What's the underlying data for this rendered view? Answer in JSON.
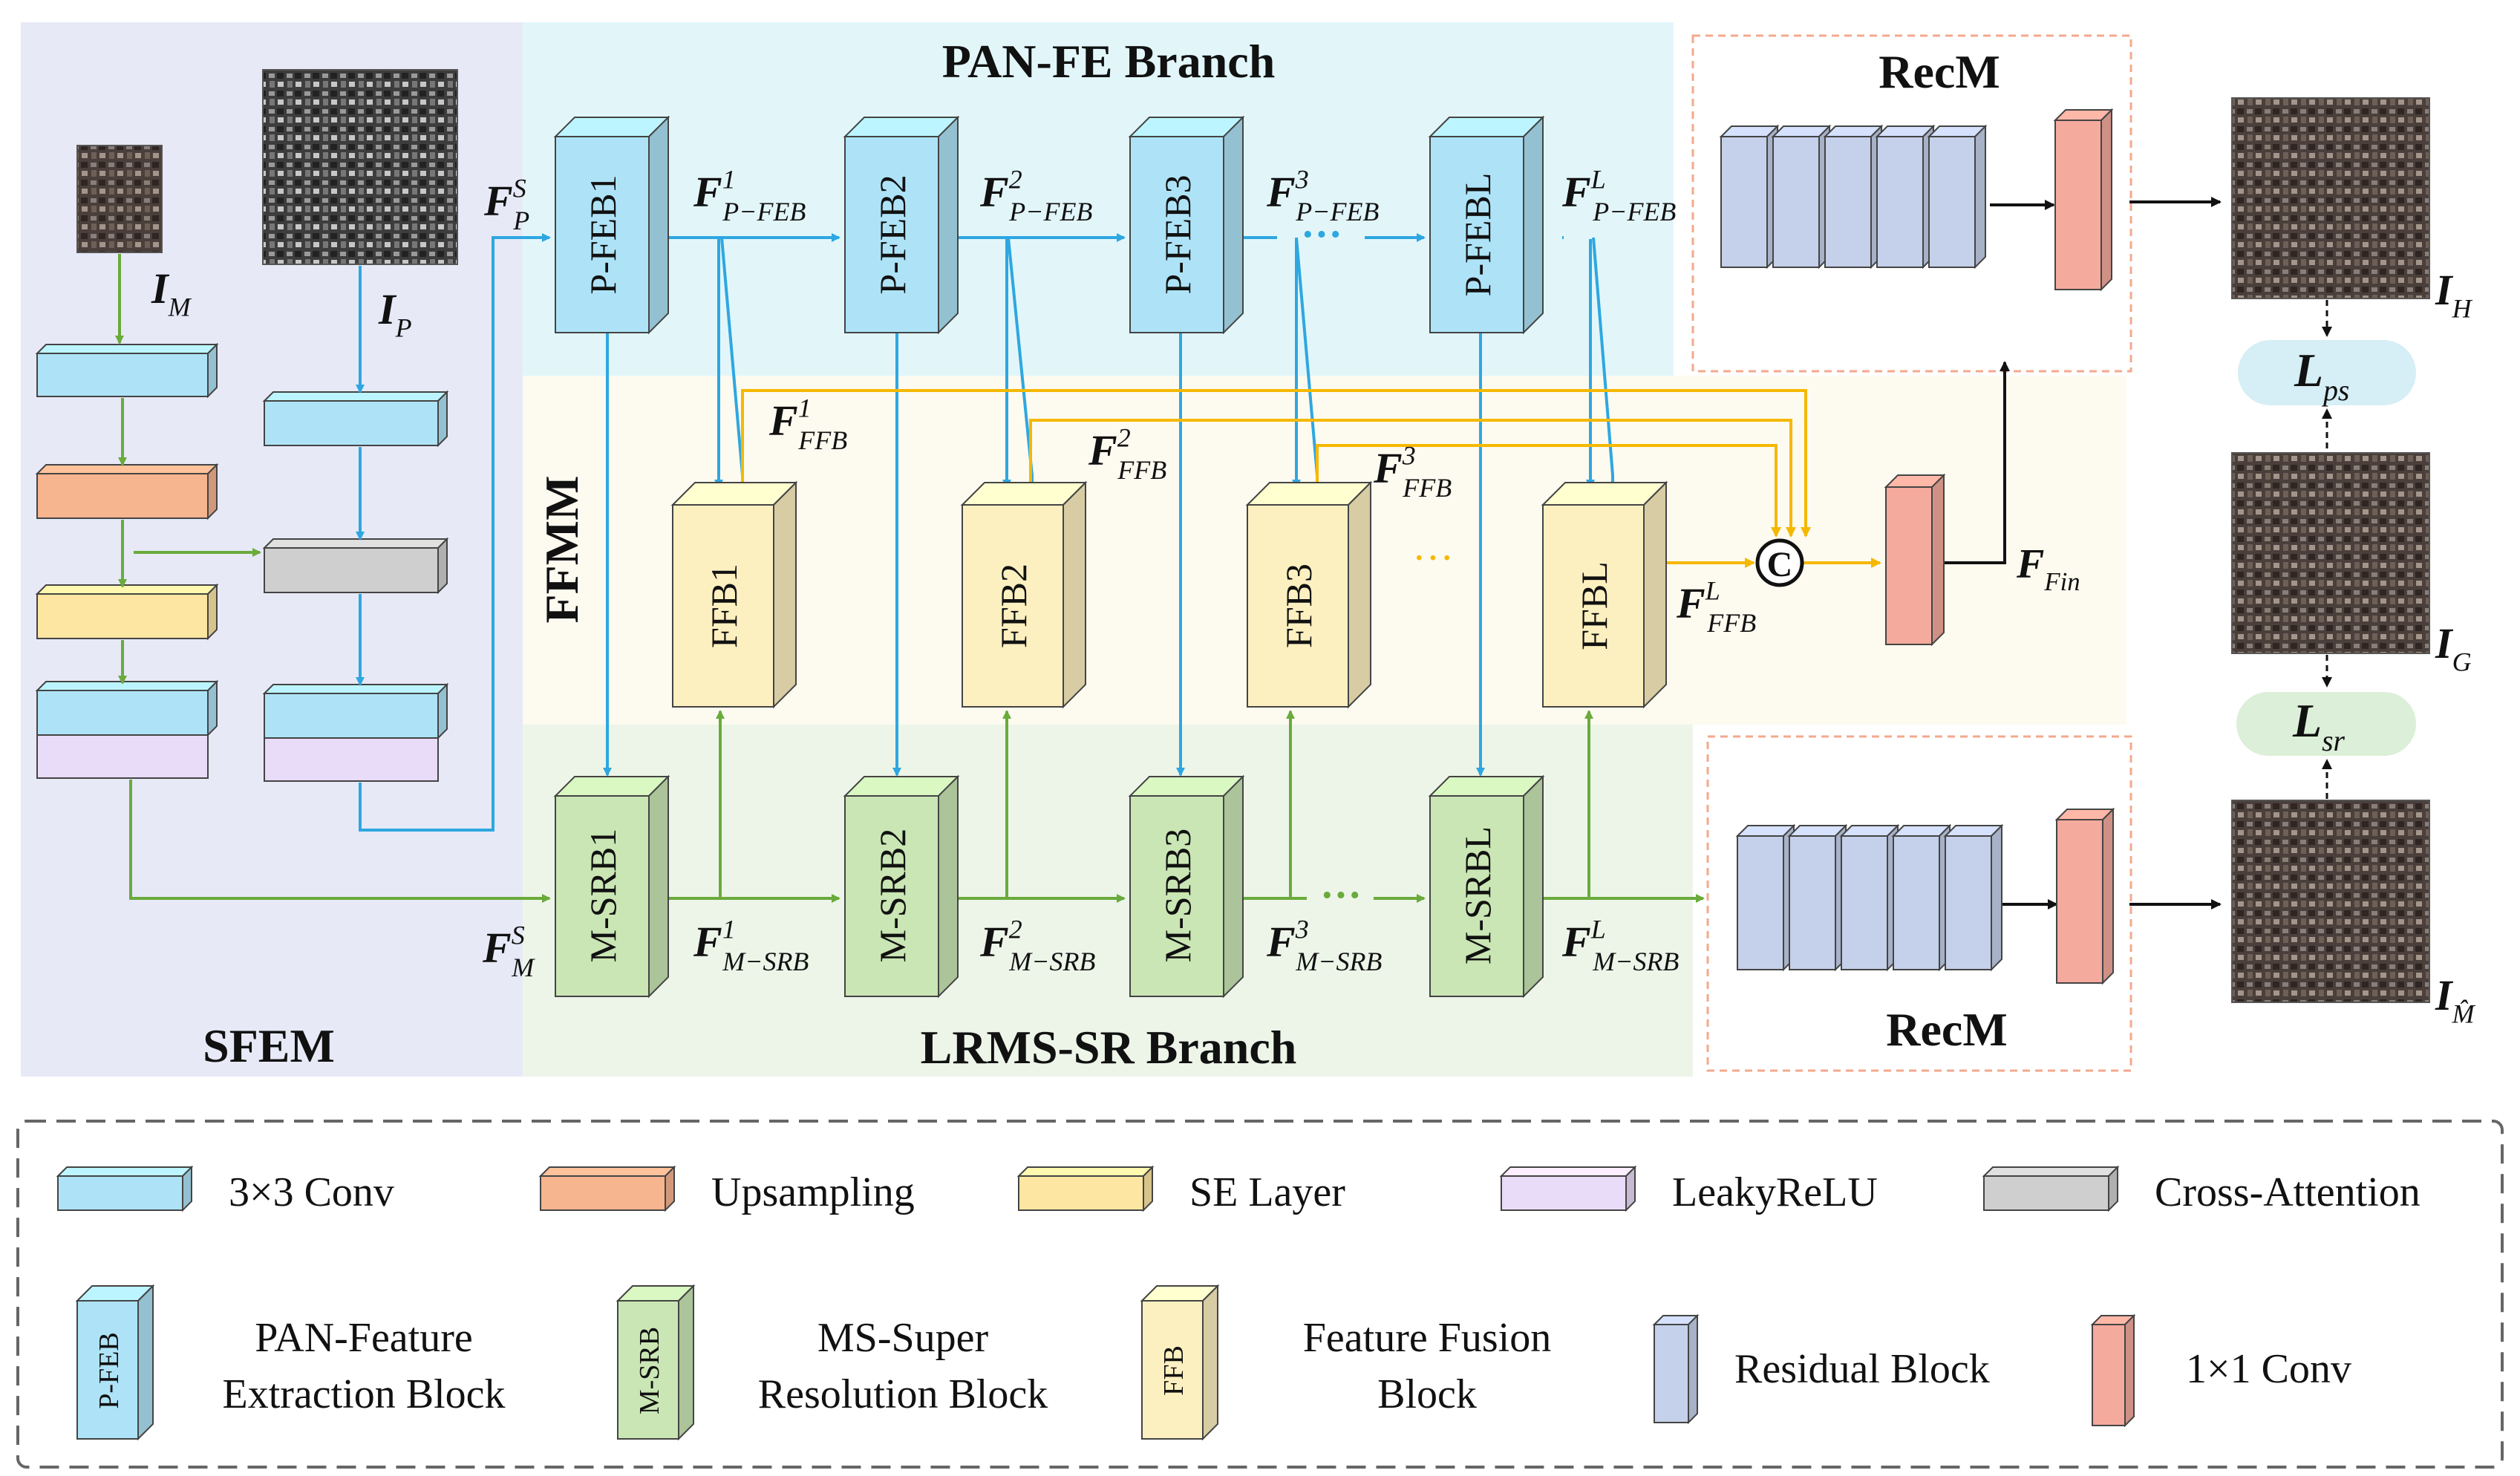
{
  "sections": {
    "pan_branch": "PAN-FE Branch",
    "ms_branch": "LRMS-SR Branch",
    "sfem": "SFEM",
    "ffmm": "FFMM",
    "recm_top": "RecM",
    "recm_bottom": "RecM"
  },
  "blocks": {
    "pfeb": [
      "P-FEB1",
      "P-FEB2",
      "P-FEB3",
      "P-FEBL"
    ],
    "msrb": [
      "M-SRB1",
      "M-SRB2",
      "M-SRB3",
      "M-SRBL"
    ],
    "ffb": [
      "FFB1",
      "FFB2",
      "FFB3",
      "FFBL"
    ]
  },
  "labels": {
    "im": {
      "main": "I",
      "sub": "M"
    },
    "ip": {
      "main": "I",
      "sub": "P"
    },
    "fps": {
      "main": "F",
      "sub": "P",
      "sup": "S"
    },
    "fms": {
      "main": "F",
      "sub": "M",
      "sup": "S"
    },
    "fpfeb": [
      {
        "main": "F",
        "sub": "P−FEB",
        "sup": "1"
      },
      {
        "main": "F",
        "sub": "P−FEB",
        "sup": "2"
      },
      {
        "main": "F",
        "sub": "P−FEB",
        "sup": "3"
      },
      {
        "main": "F",
        "sub": "P−FEB",
        "sup": "L"
      }
    ],
    "fmsrb": [
      {
        "main": "F",
        "sub": "M−SRB",
        "sup": "1"
      },
      {
        "main": "F",
        "sub": "M−SRB",
        "sup": "2"
      },
      {
        "main": "F",
        "sub": "M−SRB",
        "sup": "3"
      },
      {
        "main": "F",
        "sub": "M−SRB",
        "sup": "L"
      }
    ],
    "fffb": [
      {
        "main": "F",
        "sub": "FFB",
        "sup": "1"
      },
      {
        "main": "F",
        "sub": "FFB",
        "sup": "2"
      },
      {
        "main": "F",
        "sub": "FFB",
        "sup": "3"
      },
      {
        "main": "F",
        "sub": "FFB",
        "sup": "L"
      }
    ],
    "ffin": {
      "main": "F",
      "sub": "Fin"
    },
    "ih": {
      "main": "I",
      "sub": "H"
    },
    "ig": {
      "main": "I",
      "sub": "G"
    },
    "imhat": {
      "main": "I",
      "sub": "M̂"
    },
    "lps": {
      "main": "L",
      "sub": "ps"
    },
    "lsr": {
      "main": "L",
      "sub": "sr"
    },
    "concat": "C",
    "ellipsis": "···"
  },
  "legend": [
    {
      "label": "3×3 Conv",
      "color": "#aee3f7"
    },
    {
      "label": "Upsampling",
      "color": "#f6b48f"
    },
    {
      "label": "SE Layer",
      "color": "#fde6a2"
    },
    {
      "label": "LeakyReLU",
      "color": "#e9dcf8"
    },
    {
      "label": "Cross-Attention",
      "color": "#cfcfcf"
    },
    {
      "label": "PAN-Feature Extraction Block",
      "icon": "P-FEB",
      "color": "#aee3f7"
    },
    {
      "label": "MS-Super Resolution Block",
      "icon": "M-SRB",
      "color": "#c9e6b4"
    },
    {
      "label": "Feature Fusion Block",
      "icon": "FFB",
      "color": "#fdf0c0"
    },
    {
      "label": "Residual Block",
      "color": "#c5d0ea"
    },
    {
      "label": "1×1 Conv",
      "color": "#f4aa9c"
    }
  ],
  "colors": {
    "blue_arrow": "#2ea7e0",
    "green_arrow": "#6aab3c",
    "yellow_arrow": "#f5b800",
    "pan_bg": "#e2f6fa",
    "ms_bg": "#edf5e9",
    "sfem_bg": "#e7e9f7",
    "ffmm_bg": "#fdfaf0"
  }
}
